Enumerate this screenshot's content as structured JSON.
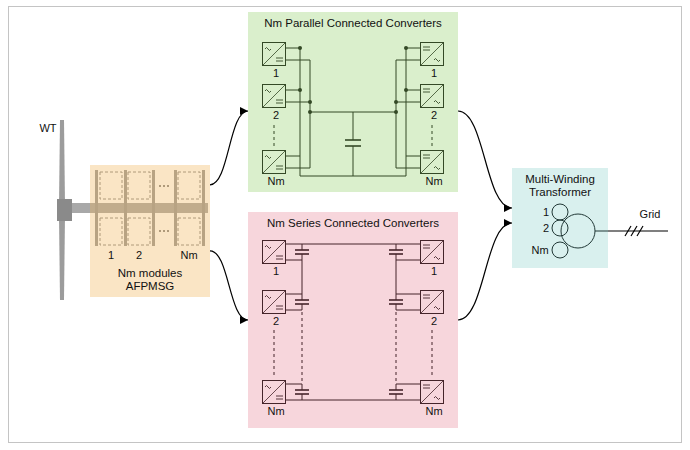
{
  "diagram": {
    "nodes": [
      {
        "text": [
          "Nm modules AFPMSG"
        ]
      },
      {
        "text": [
          "Nm Parallel Connected Converters"
        ]
      },
      {
        "text": [
          "Nm Series Connected Converters"
        ]
      },
      {
        "text": [
          "Multi-Winding Transformer"
        ]
      }
    ],
    "edges": [
      {
        "from": 0,
        "to": 1,
        "arrow": "to"
      },
      {
        "from": 0,
        "to": 2,
        "arrow": "to"
      },
      {
        "from": 1,
        "to": 3,
        "arrow": "to"
      },
      {
        "from": 2,
        "to": 3,
        "arrow": "to"
      }
    ],
    "labels": [
      "WT",
      "1",
      "2",
      "Nm",
      "1",
      "2",
      "Nm",
      "1",
      "2",
      "Nm",
      "1",
      "2",
      "Nm",
      "1",
      "2",
      "Nm",
      "1",
      "2",
      "Nm",
      "Grid"
    ]
  }
}
